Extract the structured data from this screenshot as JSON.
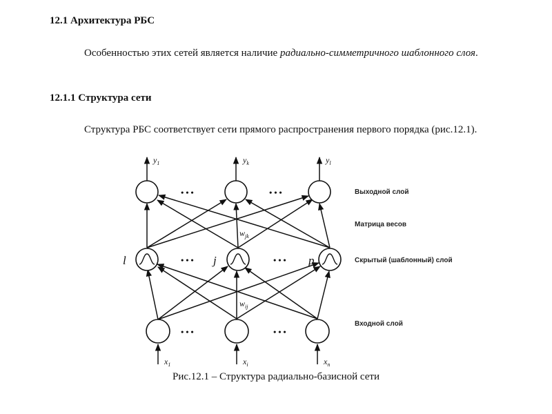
{
  "heading1": "12.1 Архитектура РБС",
  "para1": {
    "text_plain": "Особенностью этих сетей является наличие ",
    "text_italic": "радиально-симметричного шаблонного слоя",
    "text_end": "."
  },
  "heading2": "12.1.1 Структура сети",
  "para2": "Структура РБС соответствует сети прямого распространения первого порядка (рис.12.1).",
  "diagram": {
    "layer_labels": {
      "output": "Выходной слой",
      "weights": "Матрица весов",
      "hidden": "Скрытый (шаблонный) слой",
      "input": "Входной слой"
    },
    "outputs": [
      "y",
      "y",
      "y"
    ],
    "outputs_sub": [
      "1",
      "k",
      "l"
    ],
    "inputs": [
      "x",
      "x",
      "x"
    ],
    "inputs_sub": [
      "1",
      "i",
      "n"
    ],
    "hidden_labels": [
      "l",
      "j",
      "p"
    ],
    "weight_top": "w",
    "weight_top_sub": "jk",
    "weight_bottom": "w",
    "weight_bottom_sub": "ij",
    "ellipsis": "• • •"
  },
  "caption": "Рис.12.1 – Структура радиально-базисной сети"
}
